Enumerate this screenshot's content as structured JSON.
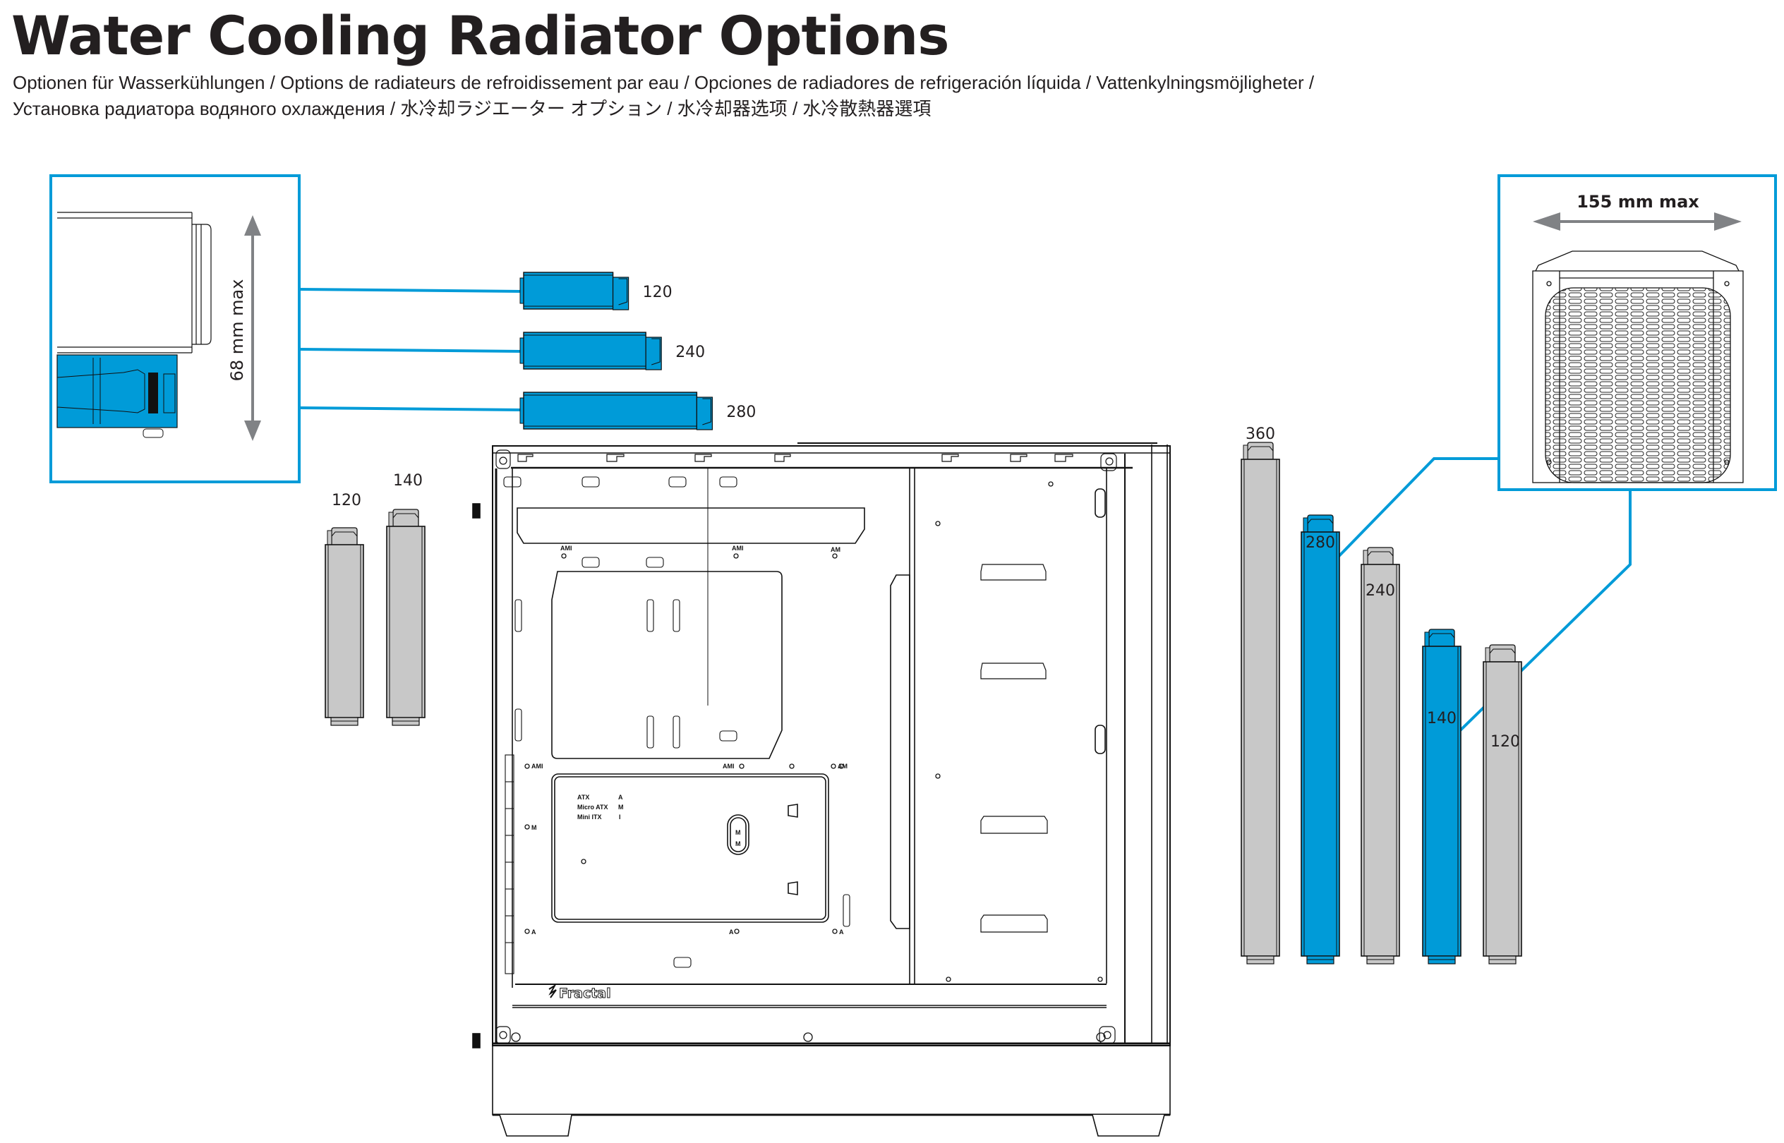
{
  "header": {
    "title": "Water Cooling Radiator Options",
    "subtitle_line1": "Optionen für Wasserkühlungen / Options de radiateurs de refroidissement par eau / Opciones de radiadores de refrigeración líquida / Vattenkylningsmöjligheter /",
    "subtitle_line2": "Установка радиатора водяного охлаждения / 水冷却ラジエーター オプション / 水冷却器选项 / 水冷散熱器選項"
  },
  "colors": {
    "accent_blue": "#009bd8",
    "radiator_gray": "#c8c8c8",
    "dimension_arrow": "#808285",
    "line": "#231f20"
  },
  "insets": {
    "thickness": {
      "label": "68 mm max"
    },
    "width": {
      "label": "155 mm max"
    }
  },
  "top_mount": {
    "position": "top",
    "radiators": [
      {
        "size": "120",
        "highlighted": true
      },
      {
        "size": "240",
        "highlighted": true
      },
      {
        "size": "280",
        "highlighted": true
      }
    ]
  },
  "rear_mount": {
    "position": "rear",
    "radiators": [
      {
        "size": "120",
        "highlighted": false
      },
      {
        "size": "140",
        "highlighted": false
      }
    ]
  },
  "front_mount": {
    "position": "front",
    "radiators": [
      {
        "size": "360",
        "highlighted": false
      },
      {
        "size": "280",
        "highlighted": true
      },
      {
        "size": "240",
        "highlighted": false
      },
      {
        "size": "140",
        "highlighted": true
      },
      {
        "size": "120",
        "highlighted": false
      }
    ]
  },
  "case": {
    "brand_logo": "Fractal",
    "standoff_labels": {
      "ami": "AMI",
      "am": "AM",
      "m": "M",
      "a": "A"
    },
    "form_factor_legend": [
      {
        "name": "ATX",
        "code": "A"
      },
      {
        "name": "Micro  ATX",
        "code": "M"
      },
      {
        "name": "Mini  ITX",
        "code": "I"
      }
    ]
  }
}
